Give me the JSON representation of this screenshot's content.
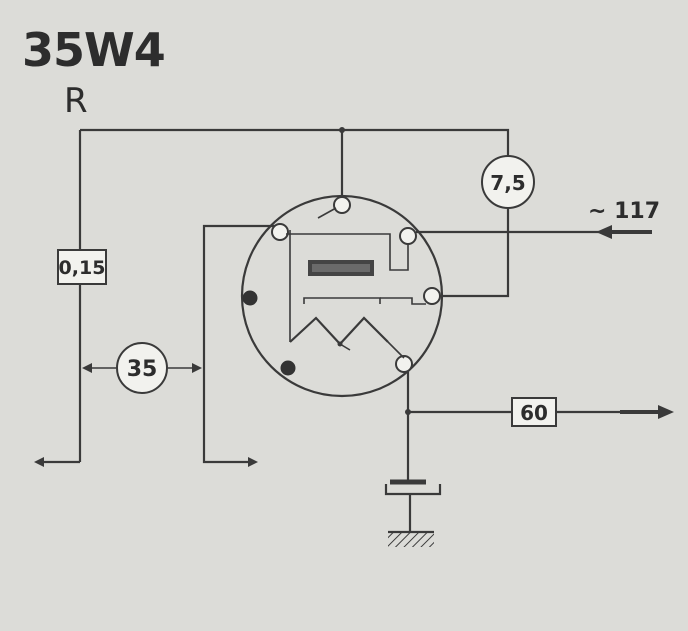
{
  "tube": {
    "type_label": "35W4",
    "socket_code": "R"
  },
  "labels": {
    "heater_dropper_left": "0,15",
    "heater_voltage": "35",
    "pilot_lamp": "7,5",
    "mains_input": "~ 117",
    "dc_output": "60"
  },
  "colors": {
    "ink": "#3a3a3a",
    "paper": "#dcdcd8",
    "box_fill": "#f2f2ee"
  }
}
